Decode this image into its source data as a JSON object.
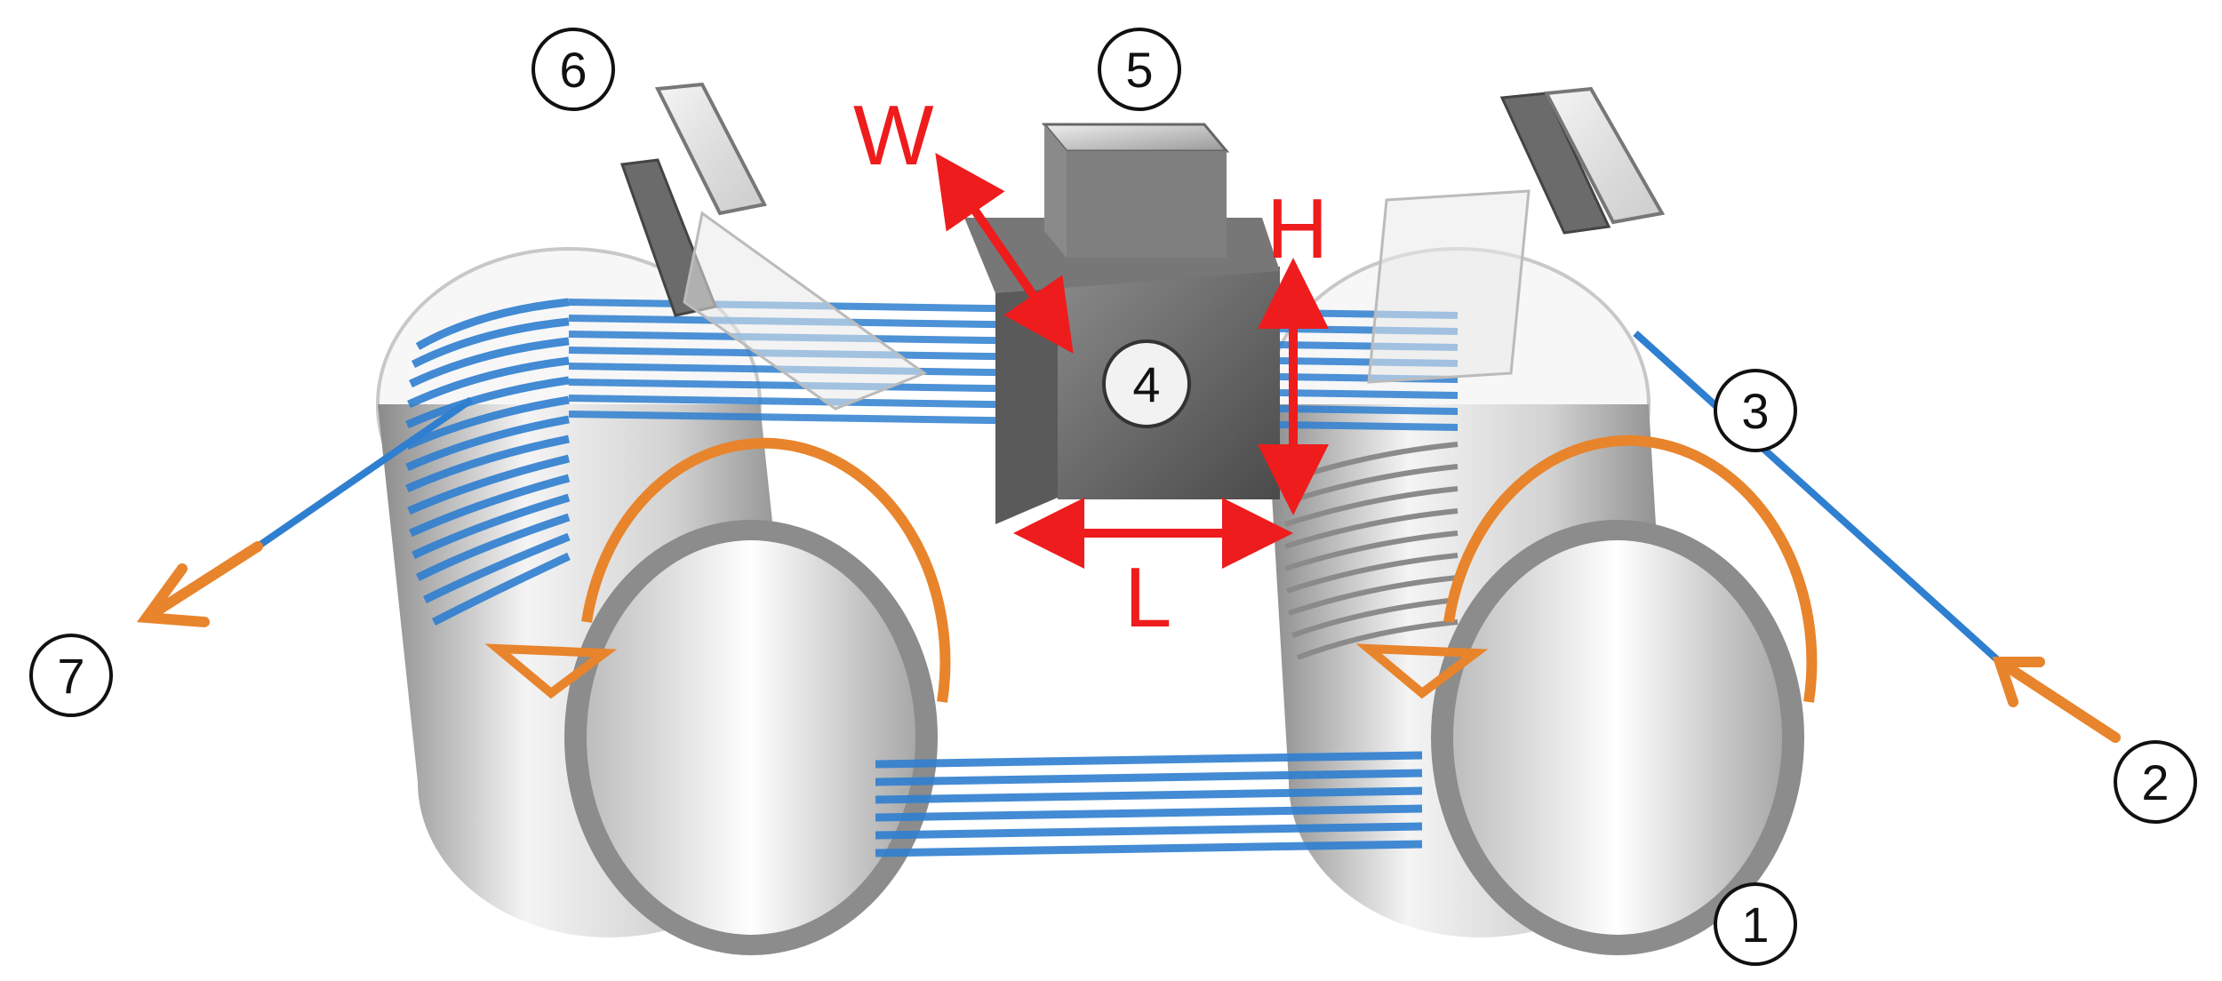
{
  "callouts": {
    "c1": "1",
    "c2": "2",
    "c3": "3",
    "c4": "4",
    "c5": "5",
    "c6": "6",
    "c7": "7"
  },
  "dimensions": {
    "width": "W",
    "height": "H",
    "length": "L"
  },
  "colors": {
    "fiber": "#2f7fd0",
    "arrow": "#e8842c",
    "dimension": "#ee1c1c",
    "mandrel": "#9b9b9b",
    "block": "#6d6d6d"
  }
}
